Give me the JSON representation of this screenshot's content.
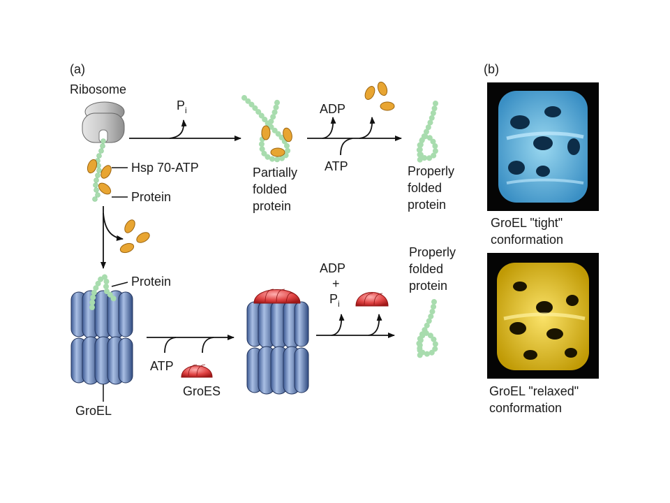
{
  "panel_a": {
    "label": "(a)",
    "ribosome": "Ribosome",
    "pi_1": {
      "main": "P",
      "sub": "i"
    },
    "hsp70": "Hsp 70-ATP",
    "protein_1": "Protein",
    "partially_folded": [
      "Partially",
      "folded",
      "protein"
    ],
    "adp_1": "ADP",
    "atp_1": "ATP",
    "properly_folded_1": [
      "Properly",
      "folded",
      "protein"
    ],
    "protein_2": "Protein",
    "atp_2": "ATP",
    "groes": "GroES",
    "groel": "GroEL",
    "adp_2": "ADP",
    "plus": "+",
    "pi_2": {
      "main": "P",
      "sub": "i"
    },
    "properly_folded_2": [
      "Properly",
      "folded",
      "protein"
    ]
  },
  "panel_b": {
    "label": "(b)",
    "tight_caption": [
      "GroEL \"tight\"",
      "conformation"
    ],
    "relaxed_caption": [
      "GroEL \"relaxed\"",
      "conformation"
    ]
  },
  "colors": {
    "hsp70": "#e8a532",
    "protein_bead": "#a8dcae",
    "groel": "#6a8cc8",
    "groes": "#e05050",
    "tight_map": "#5ab4dc",
    "relaxed_map": "#e6c21a"
  }
}
